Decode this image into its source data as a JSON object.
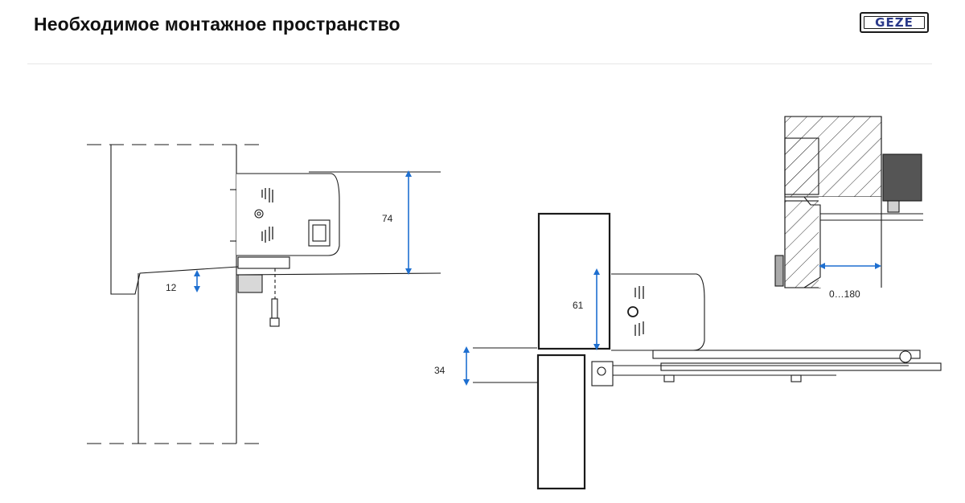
{
  "header": {
    "title": "Необходимое монтажное пространство",
    "logo_text": "GEZE"
  },
  "dimensions": {
    "housing_height": "74",
    "base_plate_offset": "12",
    "closer_height": "61",
    "arm_offset": "34",
    "reveal_range": "0…180"
  },
  "colors": {
    "arrow": "#1e6fd0",
    "line": "#1a1a1a",
    "hatch": "#333333",
    "motor": "#555555"
  }
}
